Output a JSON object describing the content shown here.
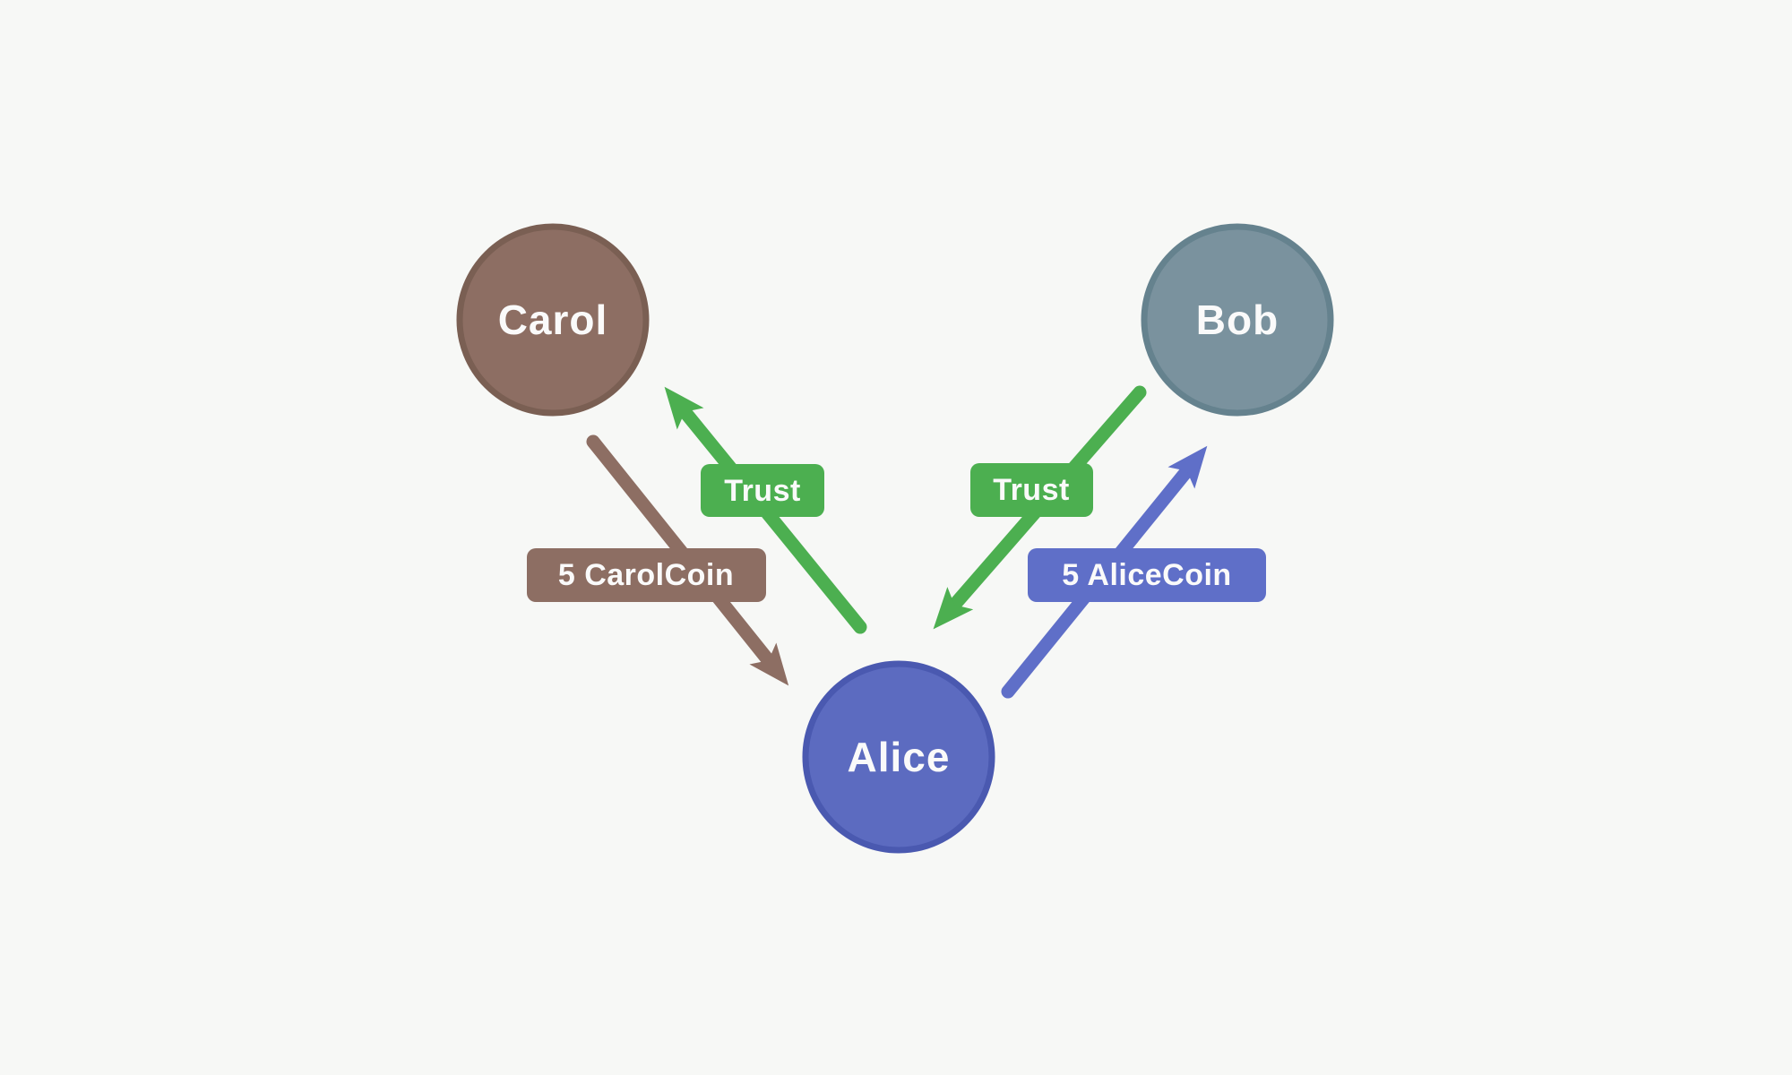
{
  "colors": {
    "background": "#f7f8f6",
    "green": "#4caf50",
    "brown": "#8d6e63",
    "brown_border": "#7a5f53",
    "blue": "#5c6bc0",
    "blue_border": "#4a59b0",
    "bluegray": "#7a929e",
    "bluegray_border": "#65828e",
    "label_text": "#fafafa"
  },
  "nodes": {
    "carol": {
      "label": "Carol",
      "fill": "#8d6e63",
      "stroke": "#7a5f53",
      "text_color": "#fafafa"
    },
    "bob": {
      "label": "Bob",
      "fill": "#7a929e",
      "stroke": "#65828e",
      "text_color": "#fafafa"
    },
    "alice": {
      "label": "Alice",
      "fill": "#5c6bc0",
      "stroke": "#4a59b0",
      "text_color": "#fafafa"
    }
  },
  "edges": {
    "trust_alice_to_carol": {
      "label": "Trust",
      "color": "#4caf50",
      "from": "Alice",
      "to": "Carol"
    },
    "carol_to_alice": {
      "label": "5 CarolCoin",
      "color": "#8d6e63",
      "from": "Carol",
      "to": "Alice"
    },
    "trust_bob_to_alice": {
      "label": "Trust",
      "color": "#4caf50",
      "from": "Bob",
      "to": "Alice"
    },
    "alice_to_bob": {
      "label": "5 AliceCoin",
      "color": "#5f6fc8",
      "from": "Alice",
      "to": "Bob"
    }
  }
}
